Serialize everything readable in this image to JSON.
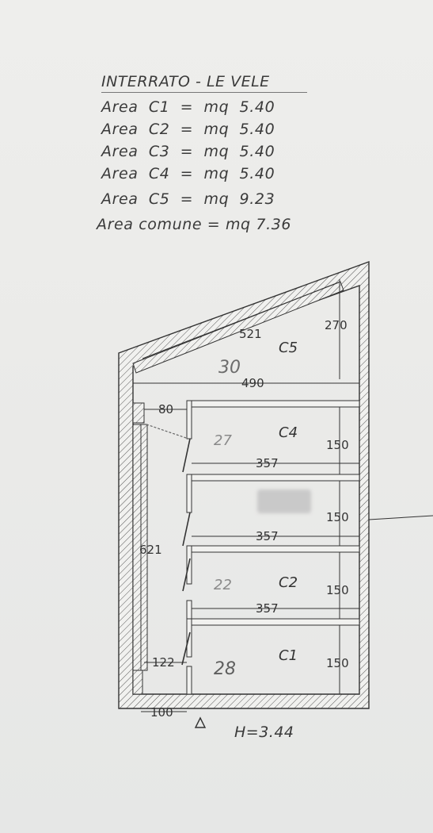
{
  "header": {
    "title": "INTERRATO - LE VELE"
  },
  "areas": [
    {
      "label": "Area",
      "name": "C1",
      "eq": "=",
      "unit": "mq",
      "value": "5.40"
    },
    {
      "label": "Area",
      "name": "C2",
      "eq": "=",
      "unit": "mq",
      "value": "5.40"
    },
    {
      "label": "Area",
      "name": "C3",
      "eq": "=",
      "unit": "mq",
      "value": "5.40"
    },
    {
      "label": "Area",
      "name": "C4",
      "eq": "=",
      "unit": "mq",
      "value": "5.40"
    },
    {
      "label": "Area",
      "name": "C5",
      "eq": "=",
      "unit": "mq",
      "value": "9.23"
    },
    {
      "label": "Area",
      "name": "comune",
      "eq": "=",
      "unit": "mq",
      "value": "7.36"
    }
  ],
  "plan": {
    "room_labels": {
      "c5": "C5",
      "c4": "C4",
      "c2": "C2",
      "c1": "C1"
    },
    "handwritten": {
      "c5": "30",
      "c4": "27",
      "c2": "22",
      "c1": "28"
    },
    "dimensions": {
      "diag": "521",
      "top_right": "270",
      "width_c5": "490",
      "corridor": "80",
      "c4_height": "150",
      "c3_height": "150",
      "c2_height": "150",
      "c1_height": "150",
      "c4_width": "357",
      "c3_width": "357",
      "c2_width": "357",
      "corridor_length": "621",
      "entry_width": "122",
      "bottom": "100"
    },
    "height": "H=3.44"
  }
}
